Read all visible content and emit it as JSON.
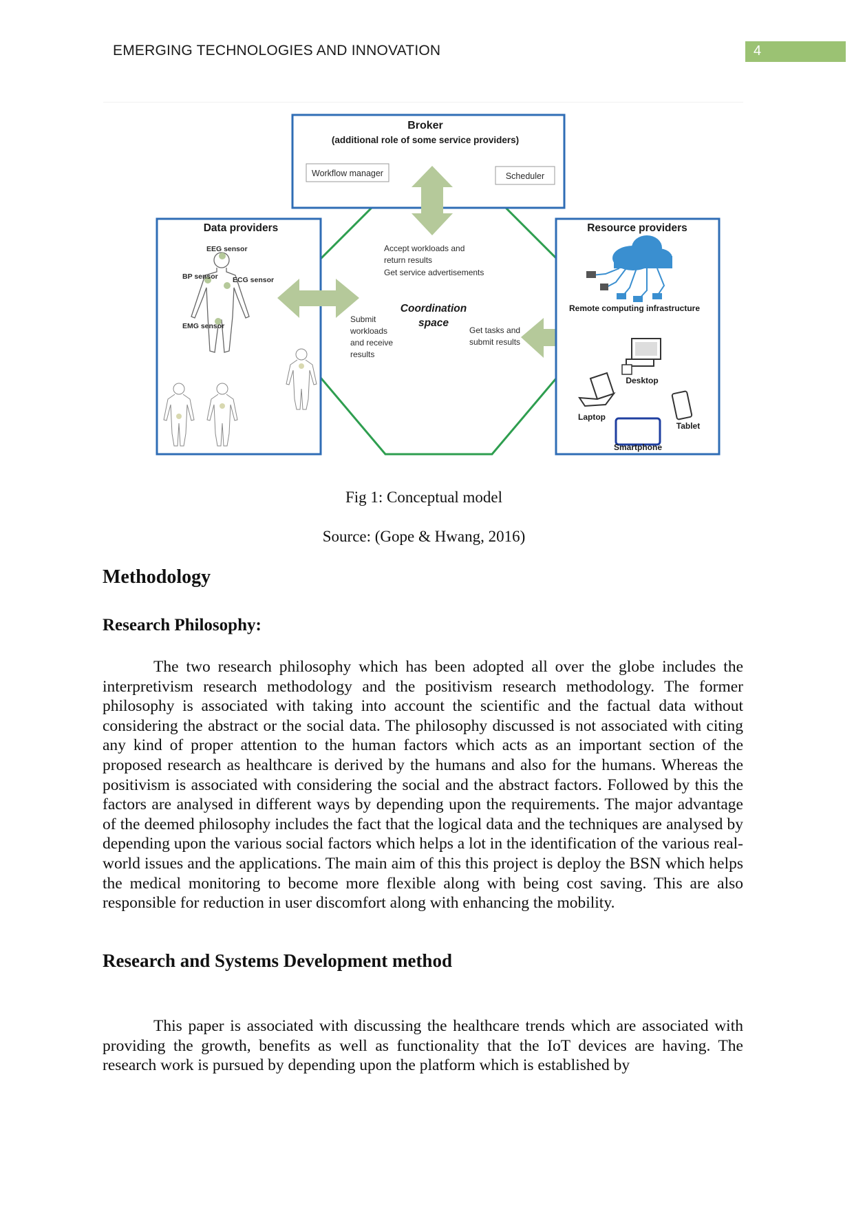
{
  "header": {
    "title": "EMERGING TECHNOLOGIES AND INNOVATION",
    "page_number": "4"
  },
  "figure": {
    "broker_title": "Broker",
    "broker_subtitle": "(additional role of some service providers)",
    "workflow_manager": "Workflow manager",
    "scheduler": "Scheduler",
    "data_providers_title": "Data providers",
    "eeg_sensor": "EEG sensor",
    "bp_sensor": "BP sensor",
    "ecg_sensor": "ECG sensor",
    "emg_sensor": "EMG sensor",
    "accept_line1": "Accept workloads and",
    "accept_line2": "return results",
    "accept_line3": "Get service advertisements",
    "coordination_line1": "Coordination",
    "coordination_line2": "space",
    "submit_line1": "Submit",
    "submit_line2": "workloads",
    "submit_line3": "and receive",
    "submit_line4": "results",
    "get_tasks_line1": "Get tasks and",
    "get_tasks_line2": "submit results",
    "resource_providers_title": "Resource providers",
    "remote_computing": "Remote computing infrastructure",
    "desktop": "Desktop",
    "laptop": "Laptop",
    "tablet": "Tablet",
    "smartphone": "Smartphone",
    "colors": {
      "box_border": "#2f6db5",
      "octagon": "#2e9e4f",
      "arrow": "#b5c99a",
      "cloud": "#3a8fd0"
    }
  },
  "captions": {
    "figure_caption": "Fig 1: Conceptual model",
    "source": "Source: (Gope & Hwang, 2016)"
  },
  "sections": {
    "methodology": "Methodology",
    "research_philosophy": "Research Philosophy:",
    "research_philosophy_text": "The two research philosophy which has been adopted all over the globe includes the interpretivism research methodology and the positivism research methodology. The former philosophy is associated with taking into account the scientific and the factual data without considering the abstract or the social data. The philosophy discussed is not associated with citing any kind of proper attention to the human factors which acts as an important section of the proposed research as healthcare is derived by the humans and also for the humans. Whereas the positivism is associated with considering the social and the abstract factors. Followed by this the factors are analysed in different ways by depending upon the requirements. The major advantage of the deemed philosophy includes the fact that the logical data and the techniques are analysed by depending upon the various social factors which helps a lot in the identification of the various real-world issues and the applications. The main aim of this this project is deploy the BSN which helps the medical monitoring to become more flexible along with being cost saving. This are also responsible for reduction in user discomfort along with enhancing the mobility.",
    "research_systems": "Research and Systems Development method",
    "research_systems_text": "This paper is associated with discussing the healthcare trends which are associated with providing the growth, benefits as well as functionality that the IoT devices are having. The research work is pursued by depending upon the platform which is established by"
  }
}
